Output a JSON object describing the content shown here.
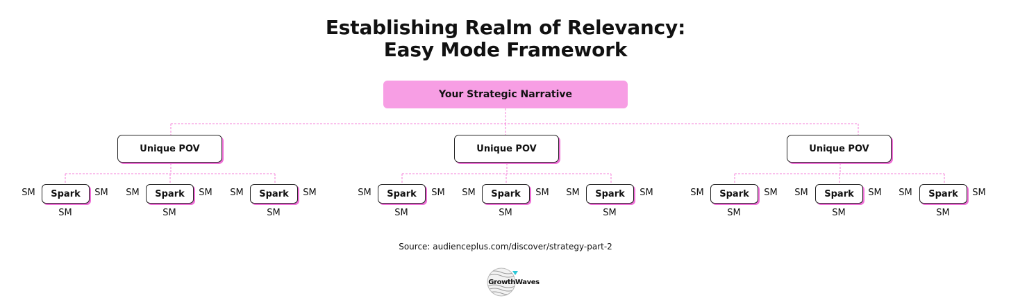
{
  "title": {
    "line1": "Establishing Realm of Relevancy:",
    "line2": "Easy Mode Framework"
  },
  "root": {
    "label": "Your Strategic Narrative"
  },
  "branches": [
    {
      "label": "Unique POV",
      "sparks": [
        {
          "label": "Spark",
          "left": "SM",
          "right": "SM",
          "below": "SM"
        },
        {
          "label": "Spark",
          "left": "SM",
          "right": "SM",
          "below": "SM"
        },
        {
          "label": "Spark",
          "left": "SM",
          "right": "SM",
          "below": "SM"
        }
      ]
    },
    {
      "label": "Unique POV",
      "sparks": [
        {
          "label": "Spark",
          "left": "SM",
          "right": "SM",
          "below": "SM"
        },
        {
          "label": "Spark",
          "left": "SM",
          "right": "SM",
          "below": "SM"
        },
        {
          "label": "Spark",
          "left": "SM",
          "right": "SM",
          "below": "SM"
        }
      ]
    },
    {
      "label": "Unique POV",
      "sparks": [
        {
          "label": "Spark",
          "left": "SM",
          "right": "SM",
          "below": "SM"
        },
        {
          "label": "Spark",
          "left": "SM",
          "right": "SM",
          "below": "SM"
        },
        {
          "label": "Spark",
          "left": "SM",
          "right": "SM",
          "below": "SM"
        }
      ]
    }
  ],
  "source": "Source: audienceplus.com/discover/strategy-part-2",
  "logo": {
    "text": "GrowthWaves",
    "icon": "wave-globe-icon"
  },
  "colors": {
    "accent": "#f79ee4",
    "shadow": "#ef6fd7",
    "connector": "#f47fd9",
    "text": "#111111"
  }
}
